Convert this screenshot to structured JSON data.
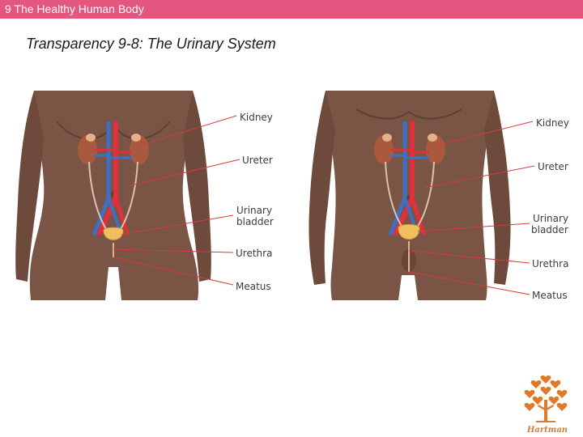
{
  "header": {
    "title": "9 The Healthy Human Body"
  },
  "slide": {
    "title": "Transparency 9-8: The Urinary System"
  },
  "colors": {
    "header_bar": "#e2567f",
    "skin": "#7a5444",
    "skin_shadow": "#5f3f33",
    "kidney": "#a95a3e",
    "artery": "#e0303b",
    "vein": "#3f6fc2",
    "bladder": "#f0c060",
    "leader_line": "#d23c3c",
    "logo": "#e07a2a"
  },
  "female_figure": {
    "labels": {
      "kidney": "Kidney",
      "ureter": "Ureter",
      "bladder_1": "Urinary",
      "bladder_2": "bladder",
      "urethra": "Urethra",
      "meatus": "Meatus"
    }
  },
  "male_figure": {
    "labels": {
      "kidney": "Kidney",
      "ureter": "Ureter",
      "bladder_1": "Urinary",
      "bladder_2": "bladder",
      "urethra": "Urethra",
      "meatus": "Meatus"
    }
  },
  "logo": {
    "icon": "heart-tree-icon",
    "text": "Hartman"
  }
}
